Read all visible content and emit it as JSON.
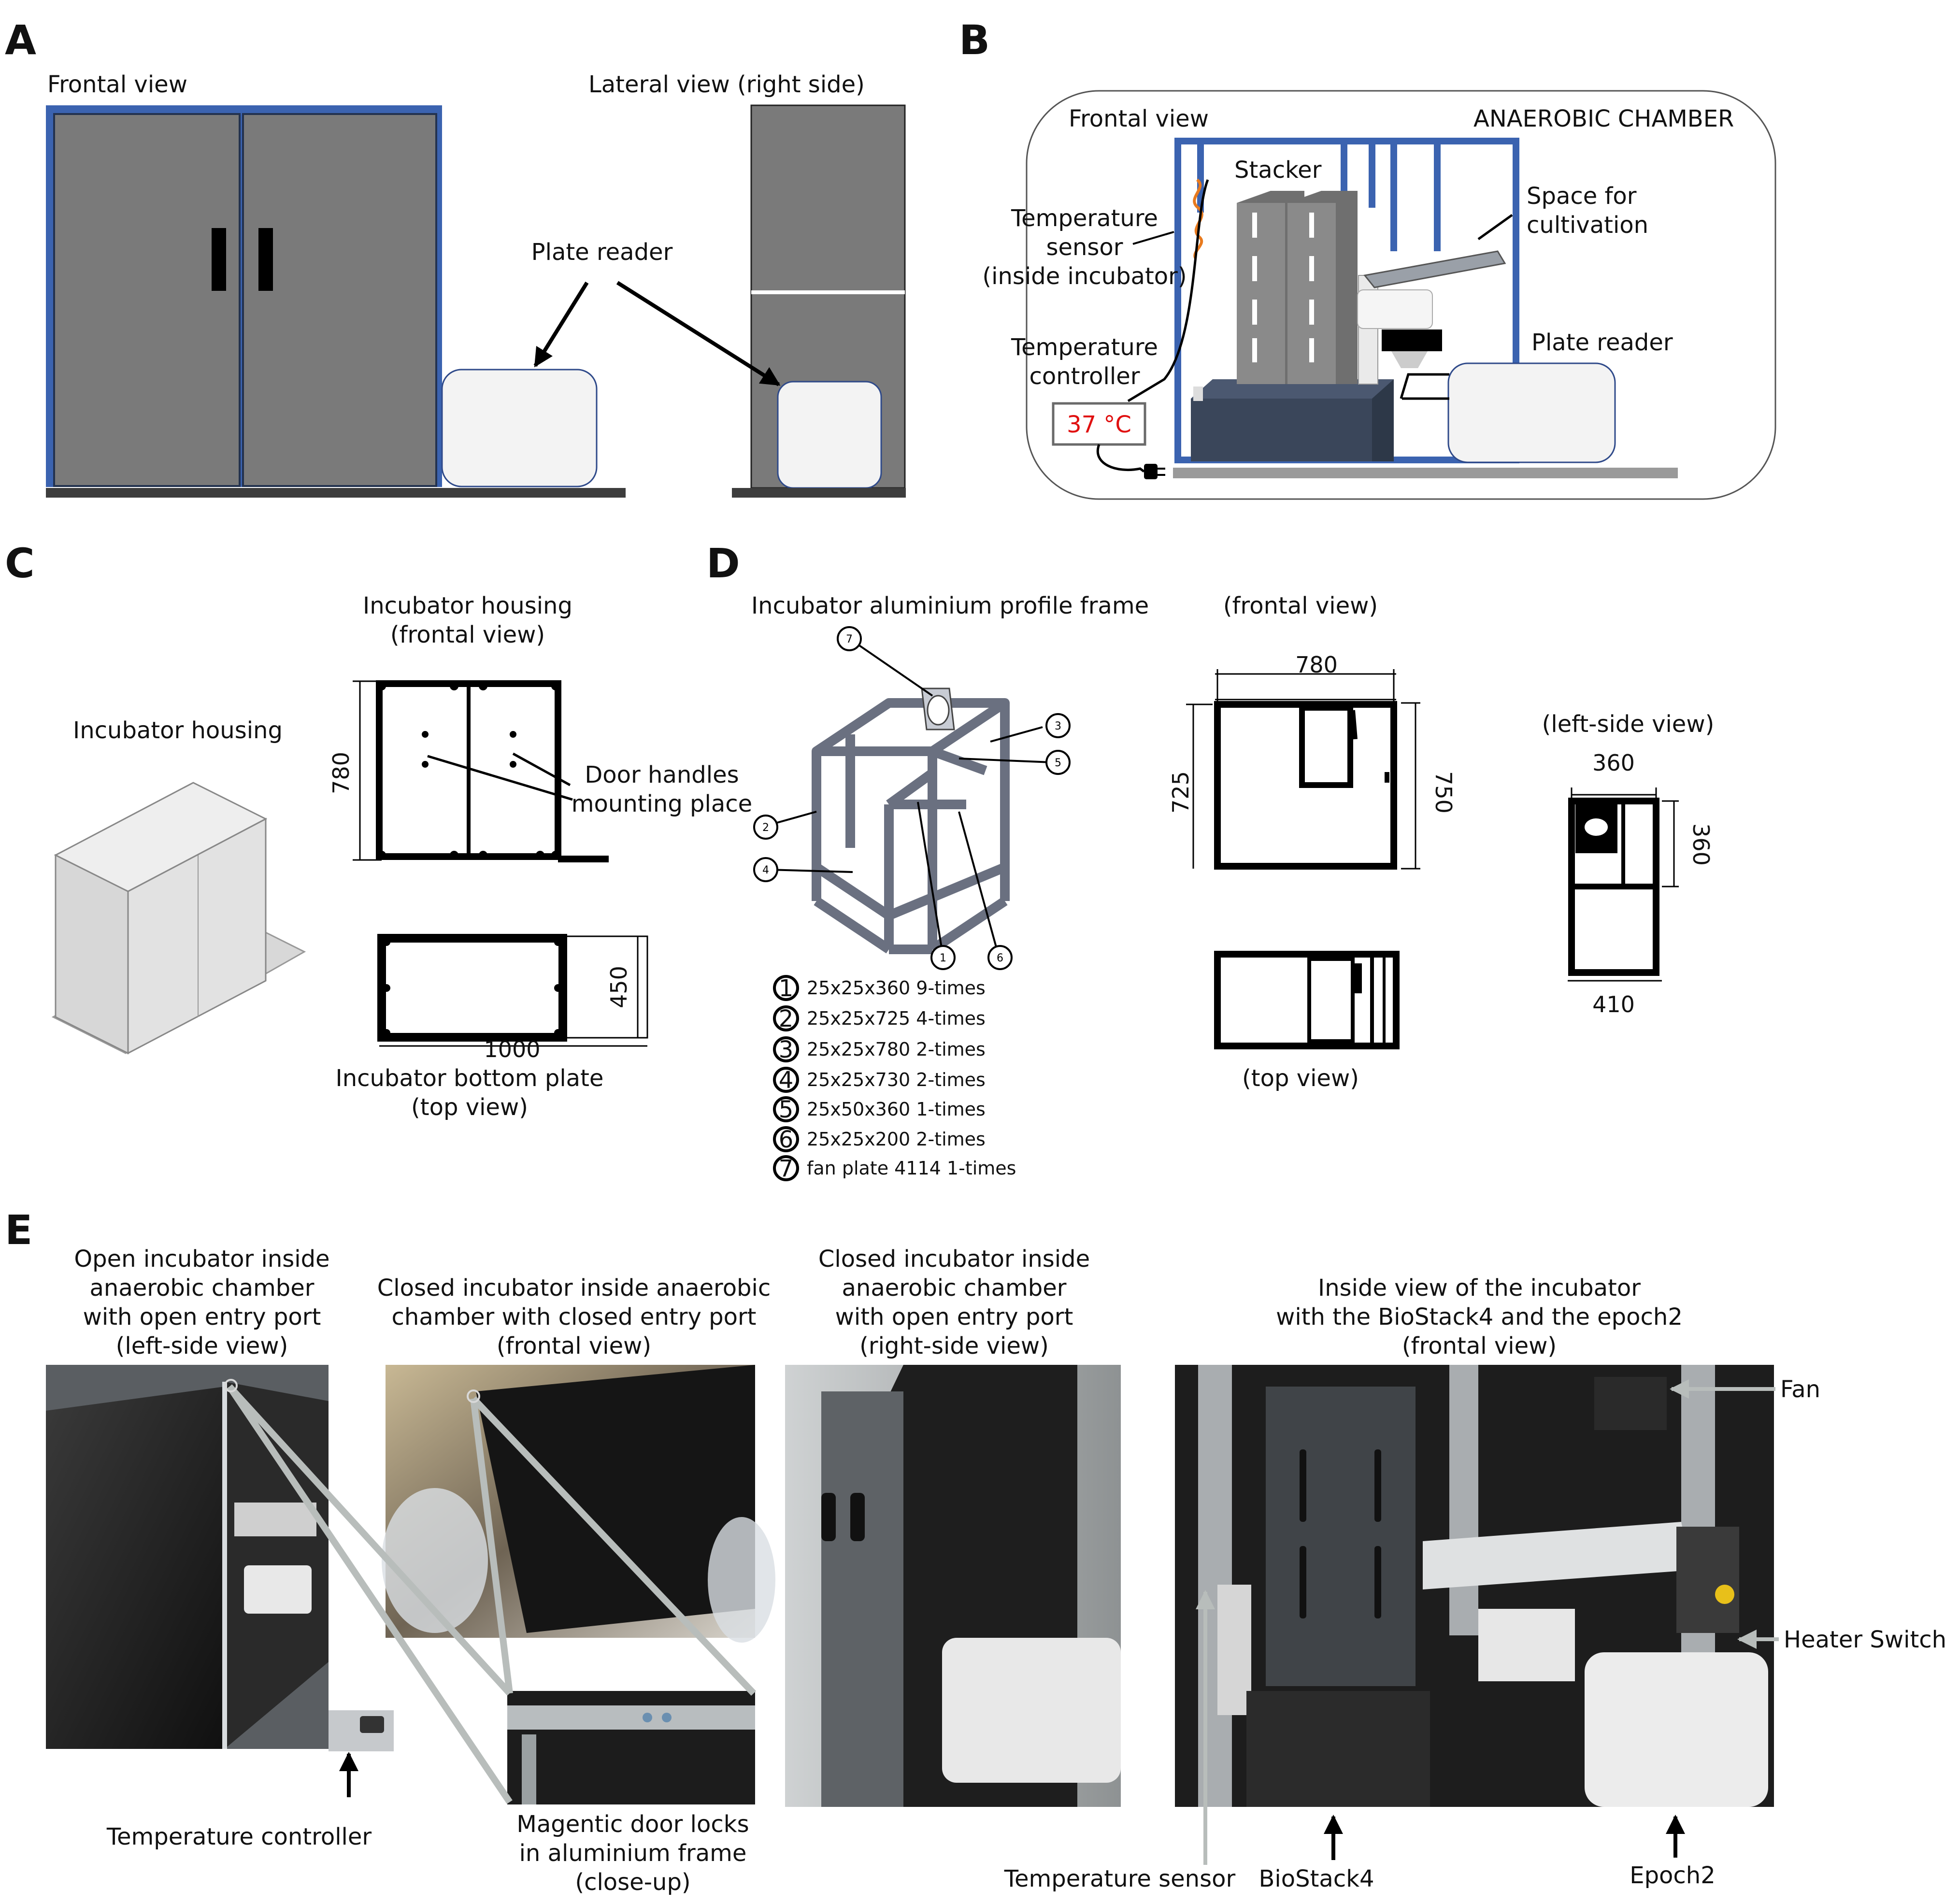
{
  "panels": {
    "a": "A",
    "b": "B",
    "c": "C",
    "d": "D",
    "e": "E"
  },
  "a": {
    "frontal_view": "Frontal view",
    "lateral_view": "Lateral view (right side)",
    "plate_reader": "Plate reader"
  },
  "b": {
    "frontal_view": "Frontal view",
    "chamber": "ANAEROBIC CHAMBER",
    "stacker": "Stacker",
    "temp_sensor": [
      "Temperature",
      "sensor",
      "(inside incubator)"
    ],
    "temp_controller": [
      "Temperature",
      "controller"
    ],
    "temp_value": "37 °C",
    "space": [
      "Space for",
      "cultivation"
    ],
    "plate_reader": "Plate reader"
  },
  "c": {
    "housing": "Incubator housing",
    "housing_frontal": [
      "Incubator housing",
      "(frontal view)"
    ],
    "handles": [
      "Door handles",
      "mounting place"
    ],
    "bottom_plate": [
      "Incubator bottom plate",
      "(top view)"
    ],
    "dim_780": "780",
    "dim_450": "450",
    "dim_1000": "1000"
  },
  "d": {
    "title": "Incubator aluminium profile frame",
    "frontal": "(frontal view)",
    "top": "(top view)",
    "left_side": "(left-side view)",
    "dim_780": "780",
    "dim_725": "725",
    "dim_750": "750",
    "dim_360a": "360",
    "dim_360b": "360",
    "dim_410": "410",
    "parts": [
      {
        "num": "1",
        "text": "25x25x360 9-times"
      },
      {
        "num": "2",
        "text": "25x25x725 4-times"
      },
      {
        "num": "3",
        "text": "25x25x780 2-times"
      },
      {
        "num": "4",
        "text": "25x25x730 2-times"
      },
      {
        "num": "5",
        "text": "25x50x360 1-times"
      },
      {
        "num": "6",
        "text": "25x25x200 2-times"
      },
      {
        "num": "7",
        "text": "fan plate 4114 1-times"
      }
    ]
  },
  "e": {
    "photo1": [
      "Open incubator inside",
      "anaerobic chamber",
      "with open entry port",
      "(left-side view)"
    ],
    "photo2": [
      "Closed incubator inside anaerobic",
      "chamber with closed entry port",
      "(frontal view)"
    ],
    "photo3": [
      "Closed incubator inside",
      "anaerobic chamber",
      "with open entry port",
      "(right-side view)"
    ],
    "photo4": [
      "Inside view of the incubator",
      "with the BioStack4 and the epoch2",
      "(frontal view)"
    ],
    "temp_controller": "Temperature controller",
    "door_locks": [
      "Magentic door locks",
      "in aluminium frame",
      "(close-up)"
    ],
    "temp_sensor": "Temperature sensor",
    "biostack": "BioStack4",
    "epoch": "Epoch2",
    "fan": "Fan",
    "heater": "Heater Switch"
  },
  "colors": {
    "incubator_gray": "#7a7a7a",
    "frame_blue": "#3b63b0",
    "profile_gray": "#8a8f99",
    "stack_base": "#3a465a",
    "alert_red": "#e01010"
  }
}
